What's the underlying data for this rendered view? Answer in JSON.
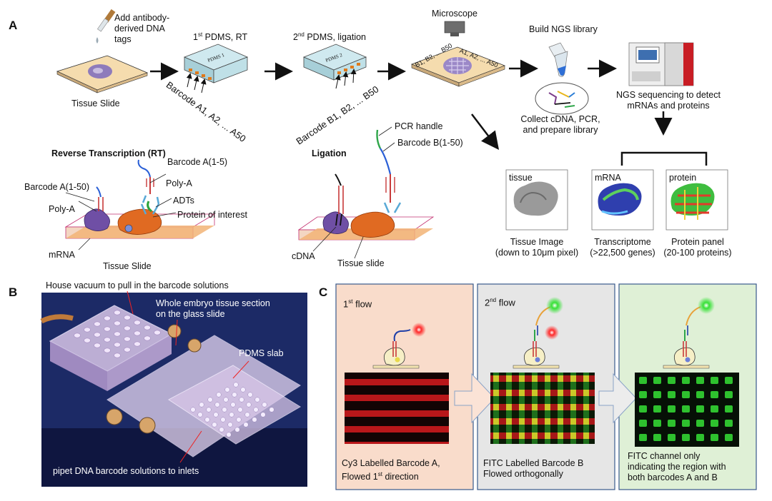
{
  "panels": {
    "a": "A",
    "b": "B",
    "c": "C"
  },
  "panel_a": {
    "add_tags": "Add antibody-\nderived DNA\ntags",
    "tissue_slide": "Tissue Slide",
    "pdms1_title": "1st PDMS, RT",
    "pdms1_sup": "st",
    "pdms1_num": "1",
    "pdms1_rest": " PDMS, RT",
    "pdms1_chip": "PDMS 1",
    "pdms2_num": "2",
    "pdms2_sup": "nd",
    "pdms2_rest": " PDMS, ligation",
    "pdms2_chip": "PDMS 2",
    "barcode_a": "Barcode A1, A2, ... A50",
    "barcode_b": "Barcode B1, B2, ... B50",
    "microscope": "Microscope",
    "slide_label_b": "B1, B2, ... B50",
    "slide_label_a": "A1, A2, ... A50",
    "build_ngs": "Build NGS library",
    "collect": "Collect cDNA, PCR,\nand prepare library",
    "ngs_seq": "NGS sequencing to detect\nmRNAs and proteins",
    "rt_title": "Reverse Transcription (RT)",
    "rt_barcode_a15": "Barcode A(1-5)",
    "rt_barcode_a150": "Barcode A(1-50)",
    "rt_polya_right": "Poly-A",
    "rt_polya_left": "Poly-A",
    "rt_adts": "ADTs",
    "rt_protein": "Protein of interest",
    "rt_mrna": "mRNA",
    "rt_slide": "Tissue Slide",
    "lig_title": "Ligation",
    "lig_pcr": "PCR handle",
    "lig_barcode_b": "Barcode B(1-50)",
    "lig_cdna": "cDNA",
    "lig_slide": "Tissue slide",
    "img_tissue_tag": "tissue",
    "img_mrna_tag": "mRNA",
    "img_protein_tag": "protein",
    "cap_tissue": "Tissue Image\n(down to 10μm pixel)",
    "cap_mrna": "Transcriptome\n(>22,500 genes)",
    "cap_protein": "Protein panel\n(20-100 proteins)"
  },
  "panel_b": {
    "vacuum": "House vacuum to pull in the barcode solutions",
    "embryo": "Whole embryo tissue section\non the glass slide",
    "pdms_slab": "PDMS slab",
    "pipet": "pipet DNA barcode solutions to inlets"
  },
  "panel_c": {
    "flow1_num": "1",
    "flow1_sup": "st",
    "flow1_rest": " flow",
    "flow2_num": "2",
    "flow2_sup": "nd",
    "flow2_rest": " flow",
    "cap1_line1": "Cy3 Labelled Barcode A,",
    "cap1_line2a": "Flowed 1",
    "cap1_sup": "st",
    "cap1_line2b": " direction",
    "cap2": "FITC Labelled Barcode B\nFlowed orthogonally",
    "cap3": "FITC channel only\nindicating the region with\nboth barcodes A and B"
  },
  "colors": {
    "slide_fill": "#f5dcae",
    "chip_fill": "#cfe9ef",
    "flow1_bg": "#f9dccb",
    "flow2_bg": "#e6e6e6",
    "flow3_bg": "#dff0d6",
    "panel_border": "#3a5a8c",
    "cy3_red": "#e0201c",
    "fitc_green": "#2fcf2f",
    "photo_bg": "#1c2a66"
  }
}
